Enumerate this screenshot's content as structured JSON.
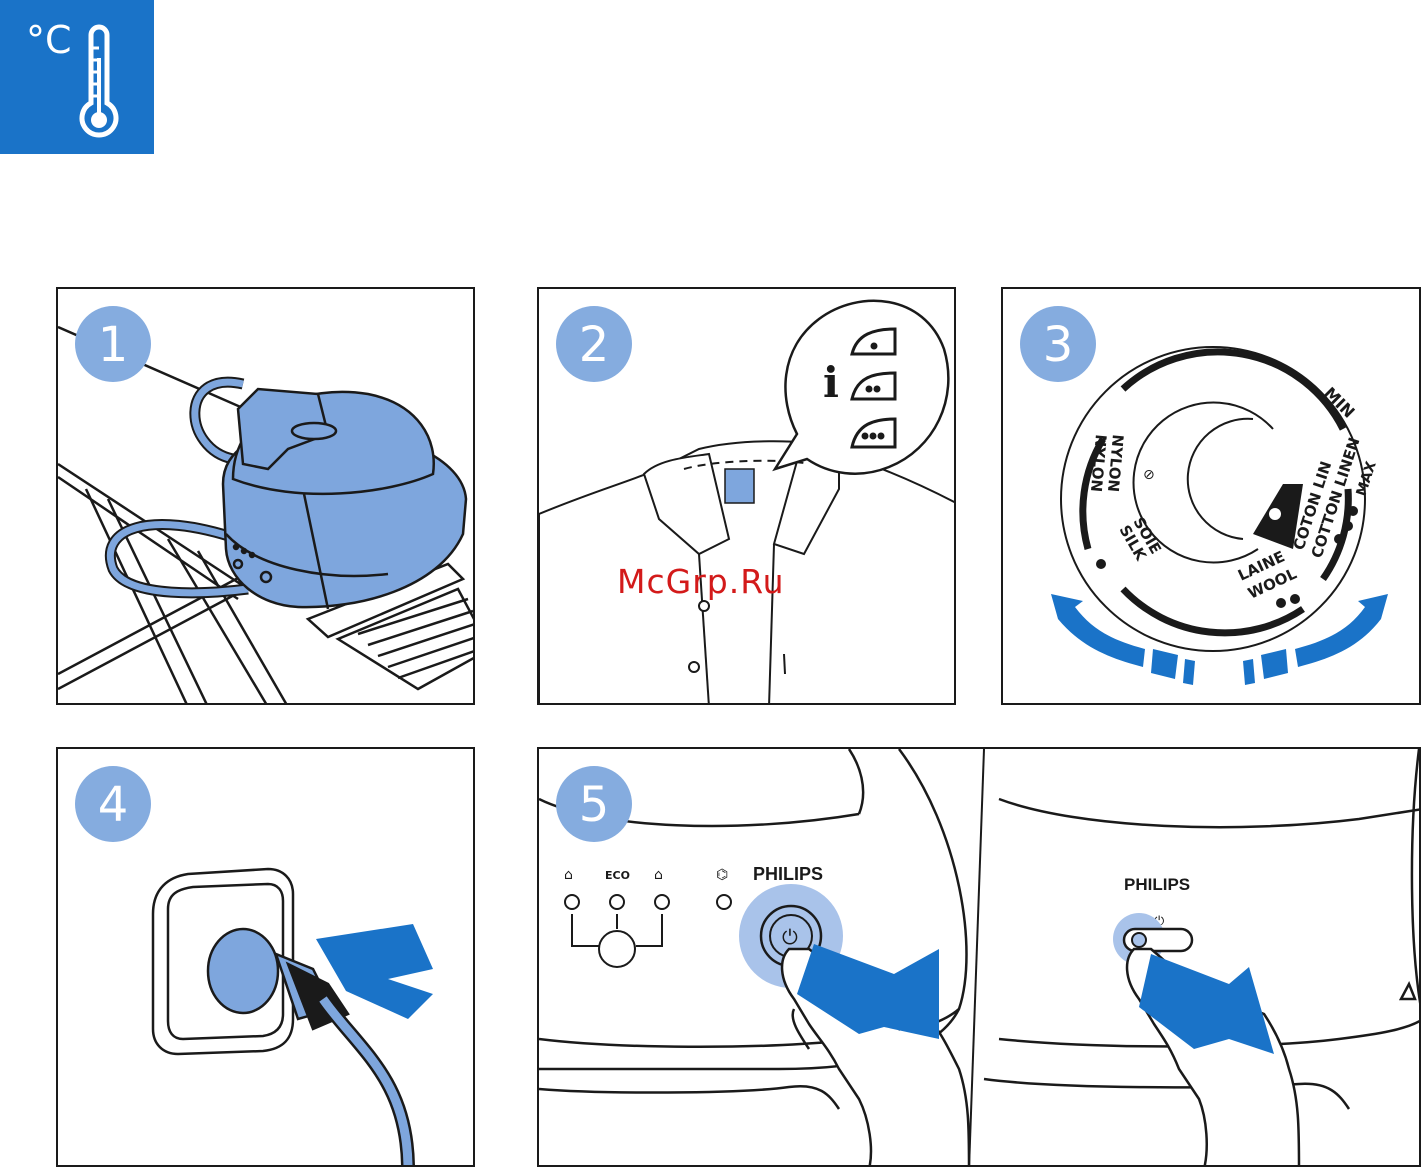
{
  "header": {
    "icon": "thermometer-icon",
    "unit_label": "°C",
    "badge_color": "#1a73c8"
  },
  "colors": {
    "step_circle": "#85acdf",
    "accent_blue": "#1a73c8",
    "appliance_blue": "#7ea6dd",
    "line": "#1a1a1a"
  },
  "steps": [
    {
      "number": "1",
      "illustration": "steam-generator-on-ironing-board"
    },
    {
      "number": "2",
      "illustration": "garment-care-label",
      "label_info": "i",
      "label_icons": [
        "iron-one-dot-icon",
        "iron-two-dots-icon",
        "iron-three-dots-icon"
      ]
    },
    {
      "number": "3",
      "illustration": "temperature-dial",
      "dial": {
        "min": "MIN",
        "nylon_fr": "NYLON",
        "nylon_en": "NYLON",
        "silk_fr": "SOIE",
        "silk_en": "SILK",
        "wool_fr": "LAINE",
        "wool_en": "WOOL",
        "cotton_fr": "COTON LIN",
        "cotton_en": "COTTON LINEN",
        "max": "MAX"
      }
    },
    {
      "number": "4",
      "illustration": "plug-into-wall-socket"
    },
    {
      "number": "5",
      "illustration": "press-power-button",
      "eco_label": "ECO",
      "brand_left": "PHILIPS",
      "brand_right": "PHILIPS"
    }
  ],
  "watermark": "McGrp.Ru"
}
